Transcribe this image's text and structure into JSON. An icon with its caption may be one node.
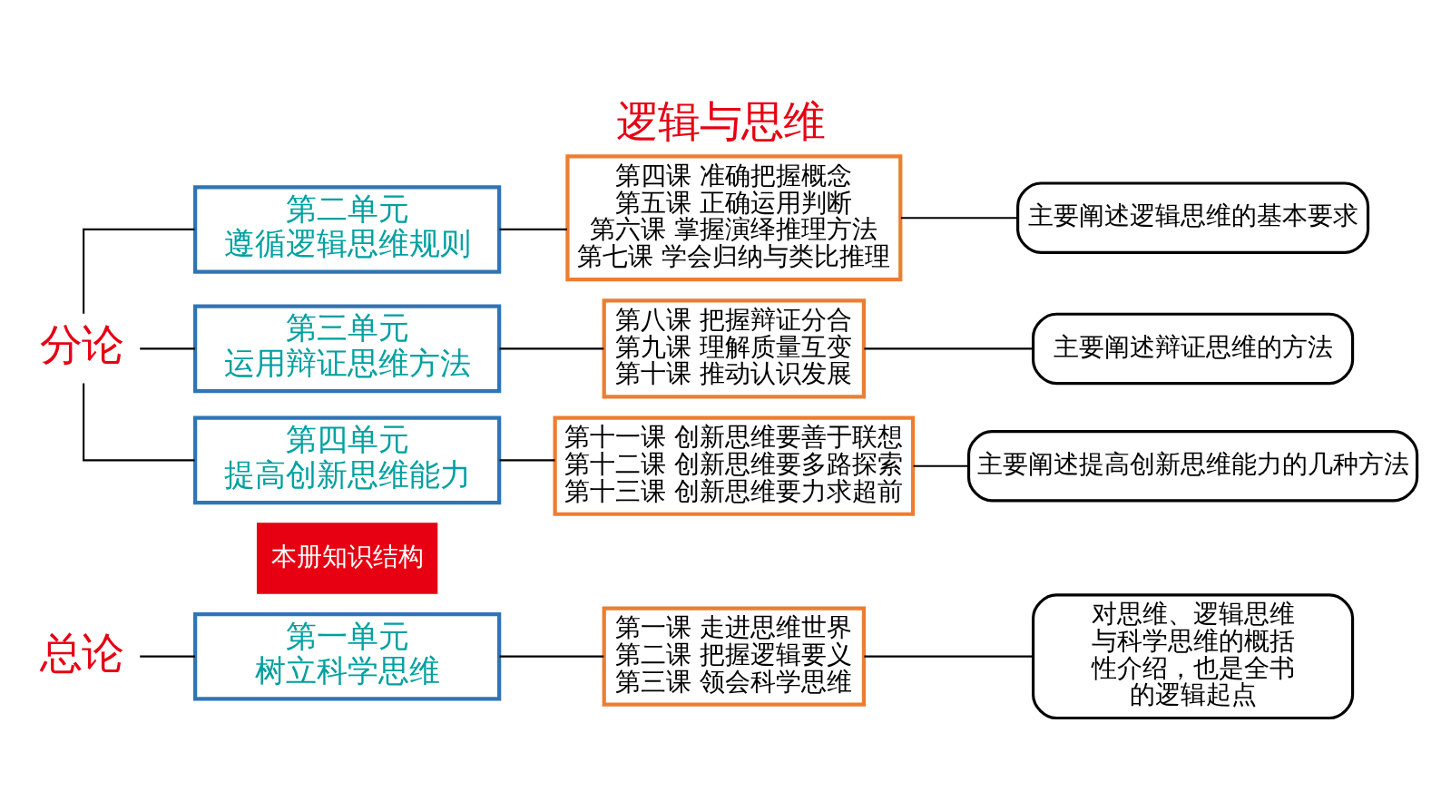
{
  "diagram": {
    "title": "逻辑与思维",
    "nodes": [
      {
        "text": [
          "本册知识结构"
        ]
      },
      {
        "text": [
          "总论"
        ]
      },
      {
        "text": [
          "第一单元",
          "树立科学思维"
        ]
      },
      {
        "text": [
          "第一课 走进思维世界",
          "第二课 把握逻辑要义",
          "第三课 领会科学思维"
        ]
      },
      {
        "text": [
          "对思维、逻辑思维与科学思维的概括性介绍，也是全书的逻辑起点"
        ]
      },
      {
        "text": [
          "分论"
        ]
      },
      {
        "text": [
          "第二单元",
          "遵循逻辑思维规则"
        ]
      },
      {
        "text": [
          "第四课 准确把握概念",
          "第五课 正确运用判断",
          "第六课 掌握演绎推理方法",
          "第七课 学会归纳与类比推理"
        ]
      },
      {
        "text": [
          "主要阐述逻辑思维的基本要求"
        ]
      },
      {
        "text": [
          "第三单元",
          "运用辩证思维方法"
        ]
      },
      {
        "text": [
          "第八课 把握辩证分合",
          "第九课 理解质量互变",
          "第十课 推动认识发展"
        ]
      },
      {
        "text": [
          "主要阐述辩证思维的方法"
        ]
      },
      {
        "text": [
          "第四单元",
          "提高创新思维能力"
        ]
      },
      {
        "text": [
          "第十一课 创新思维要善于联想",
          "第十二课 创新思维要多路探索",
          "第十三课 创新思维要力求超前"
        ]
      },
      {
        "text": [
          "主要阐述提高创新思维能力的几种方法"
        ]
      }
    ],
    "edges": [
      {
        "from": 1,
        "to": 2,
        "arrow": "none"
      },
      {
        "from": 2,
        "to": 3,
        "arrow": "none"
      },
      {
        "from": 3,
        "to": 4,
        "arrow": "none"
      },
      {
        "from": 5,
        "to": 6,
        "arrow": "none"
      },
      {
        "from": 5,
        "to": 9,
        "arrow": "none"
      },
      {
        "from": 5,
        "to": 12,
        "arrow": "none"
      },
      {
        "from": 6,
        "to": 7,
        "arrow": "none"
      },
      {
        "from": 7,
        "to": 8,
        "arrow": "none"
      },
      {
        "from": 9,
        "to": 10,
        "arrow": "none"
      },
      {
        "from": 10,
        "to": 11,
        "arrow": "none"
      },
      {
        "from": 12,
        "to": 13,
        "arrow": "none"
      },
      {
        "from": 13,
        "to": 14,
        "arrow": "none"
      }
    ]
  }
}
